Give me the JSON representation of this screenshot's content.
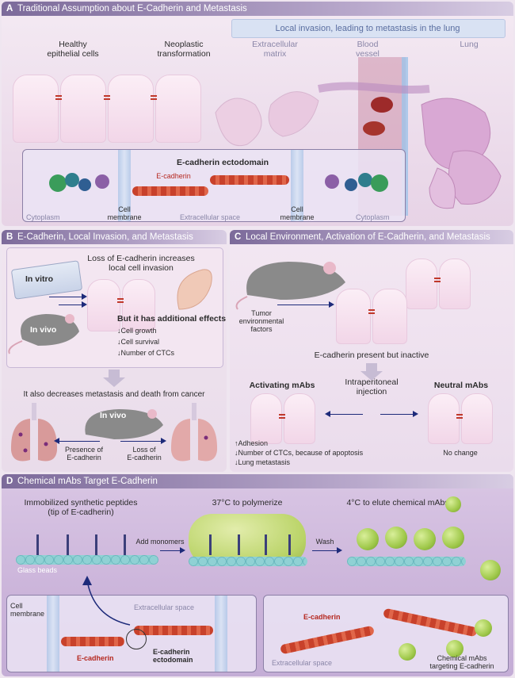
{
  "panelA": {
    "letter": "A",
    "title": "Traditional Assumption about E-Cadherin and Metastasis",
    "healthy": "Healthy\nepithelial cells",
    "neoplastic": "Neoplastic\ntransformation",
    "invasion": "Local invasion, leading to metastasis in the lung",
    "ecm": "Extracellular\nmatrix",
    "vessel": "Blood\nvessel",
    "lung": "Lung",
    "inset": {
      "ectodomain": "E-cadherin ectodomain",
      "ecadherin": "E-cadherin",
      "cytoplasm_left": "Cytoplasm",
      "cell_membrane_left": "Cell\nmembrane",
      "extracellular_space": "Extracellular space",
      "cell_membrane_right": "Cell\nmembrane",
      "cytoplasm_right": "Cytoplasm"
    }
  },
  "panelB": {
    "letter": "B",
    "title": "E-Cadherin, Local Invasion, and Metastasis",
    "loss_text": "Loss of E-cadherin increases\nlocal cell invasion",
    "in_vitro": "In vitro",
    "in_vivo": "In vivo",
    "additional": "But it has additional effects:",
    "effects": [
      "↓Cell growth",
      "↓Cell survival",
      "↓Number of CTCs"
    ],
    "decreases": "It also decreases metastasis and death from cancer",
    "in_vivo2": "In vivo",
    "presence": "Presence of\nE-cadherin",
    "loss": "Loss of\nE-cadherin"
  },
  "panelC": {
    "letter": "C",
    "title": "Local Environment, Activation of E-Cadherin, and Metastasis",
    "tumor": "Tumor\nenvironmental\nfactors",
    "present_inactive": "E-cadherin present but inactive",
    "activating": "Activating mAbs",
    "injection": "Intraperitoneal\ninjection",
    "neutral": "Neutral mAbs",
    "results": [
      "↑Adhesion",
      "↓Number of CTCs, because of apoptosis",
      "↓Lung metastasis"
    ],
    "no_change": "No change"
  },
  "panelD": {
    "letter": "D",
    "title": "Chemical mAbs Target E-Cadherin",
    "immobilized": "Immobilized synthetic peptides\n(tip of E-cadherin)",
    "polymerize": "37°C to polymerize",
    "elute": "4°C to elute chemical mAbs",
    "add_monomers": "Add monomers",
    "wash": "Wash",
    "glass_beads": "Glass beads",
    "inset_left": {
      "cell_membrane": "Cell\nmembrane",
      "extracellular_space": "Extracellular space",
      "ecadherin": "E-cadherin",
      "ectodomain": "E-cadherin\nectodomain"
    },
    "inset_right": {
      "ecadherin": "E-cadherin",
      "extracellular_space": "Extracellular space",
      "chemical_mabs": "Chemical mAbs\ntargeting E-cadherin"
    }
  },
  "colors": {
    "title_bar": "#7c6a9a",
    "ecadherin": "#c8412b",
    "arrow": "#1d2a7a",
    "membrane": "#a9c3e6",
    "mab_green": "#9fc84a"
  }
}
